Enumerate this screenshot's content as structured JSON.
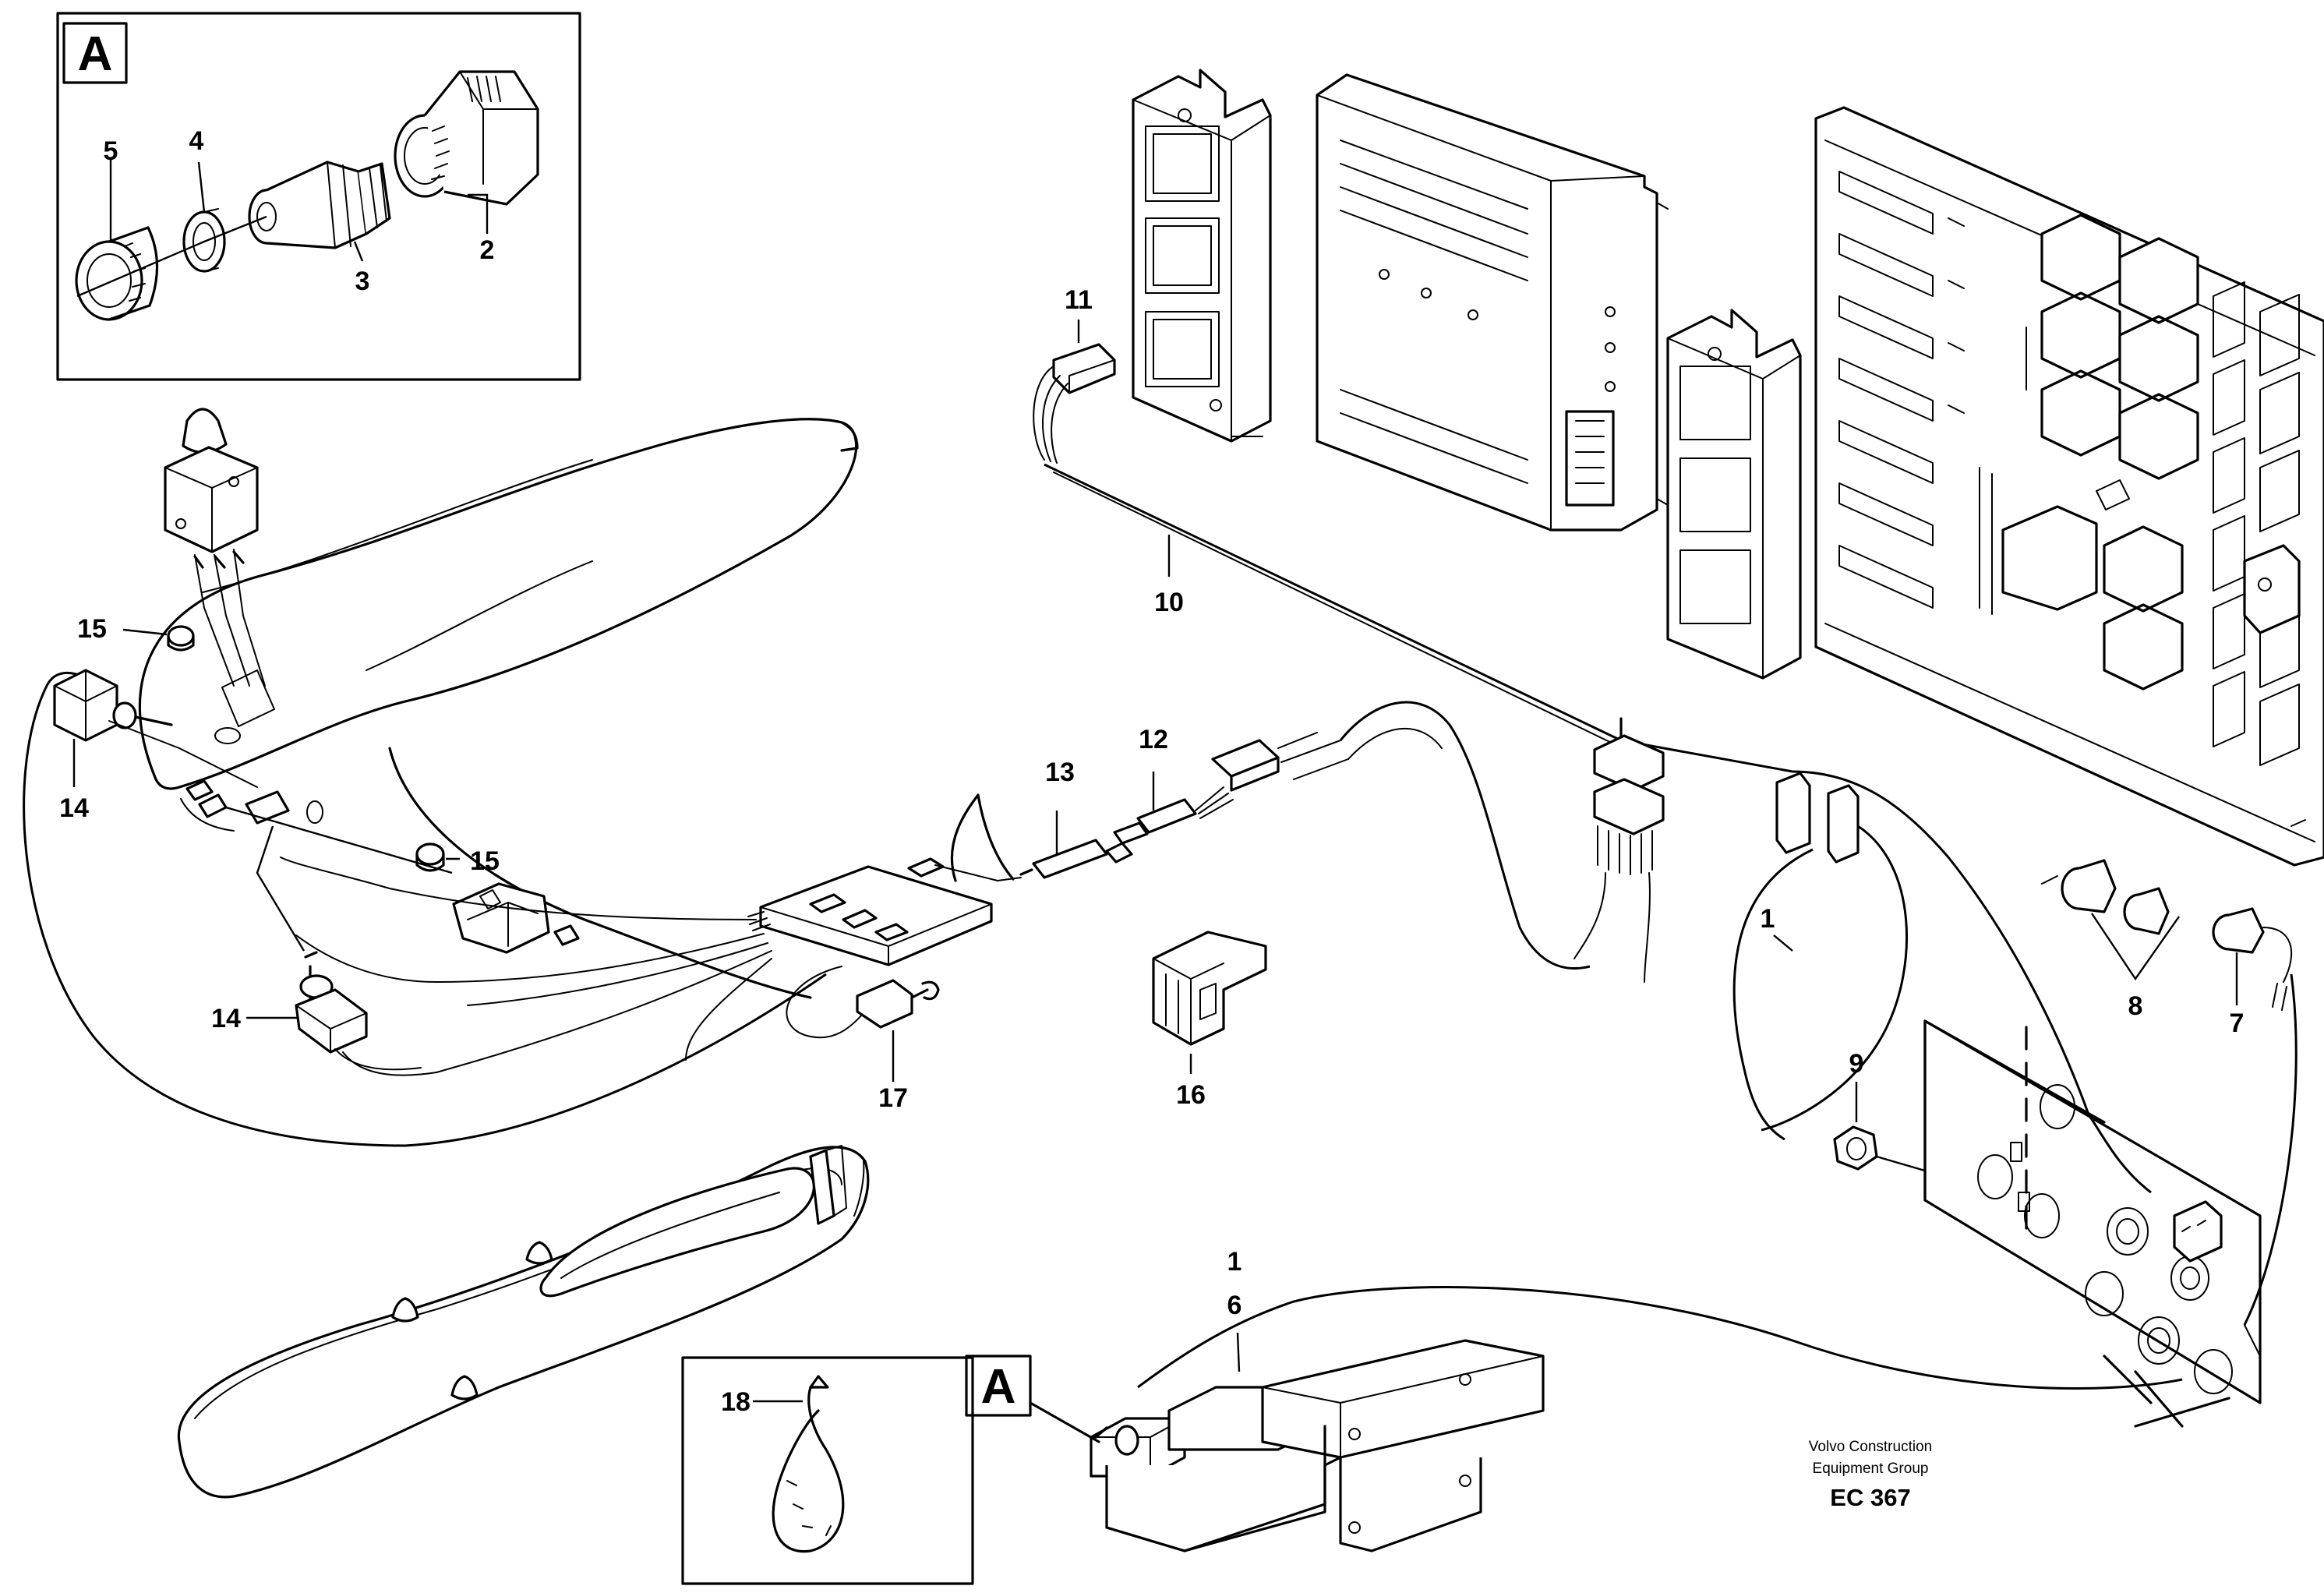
{
  "parts": {
    "callout_1a": "1",
    "callout_1b": "1",
    "callout_2": "2",
    "callout_3": "3",
    "callout_4": "4",
    "callout_5": "5",
    "callout_6": "6",
    "callout_7": "7",
    "callout_8": "8",
    "callout_9": "9",
    "callout_10": "10",
    "callout_11": "11",
    "callout_12": "12",
    "callout_13": "13",
    "callout_14a": "14",
    "callout_14b": "14",
    "callout_15a": "15",
    "callout_15b": "15",
    "callout_16": "16",
    "callout_17": "17",
    "callout_18": "18"
  },
  "detail_marker": "A",
  "detail_marker_ref": "A",
  "footer": {
    "line1": "Volvo Construction",
    "line2": "Equipment Group",
    "code": "EC 367"
  }
}
